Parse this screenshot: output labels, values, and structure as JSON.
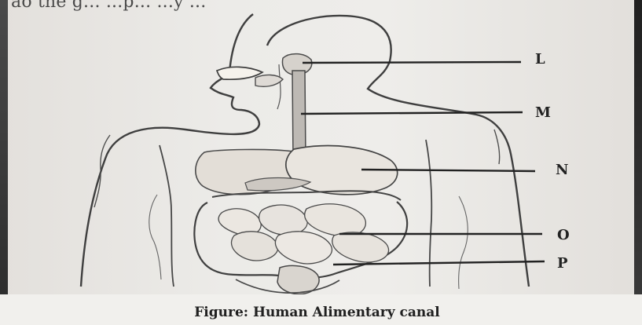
{
  "top_text": "ao the g... ...p... ...y ...",
  "labels": {
    "L": "L",
    "M": "M",
    "N": "N",
    "O": "O",
    "P": "P"
  },
  "caption": "Figure: Human Alimentary canal"
}
